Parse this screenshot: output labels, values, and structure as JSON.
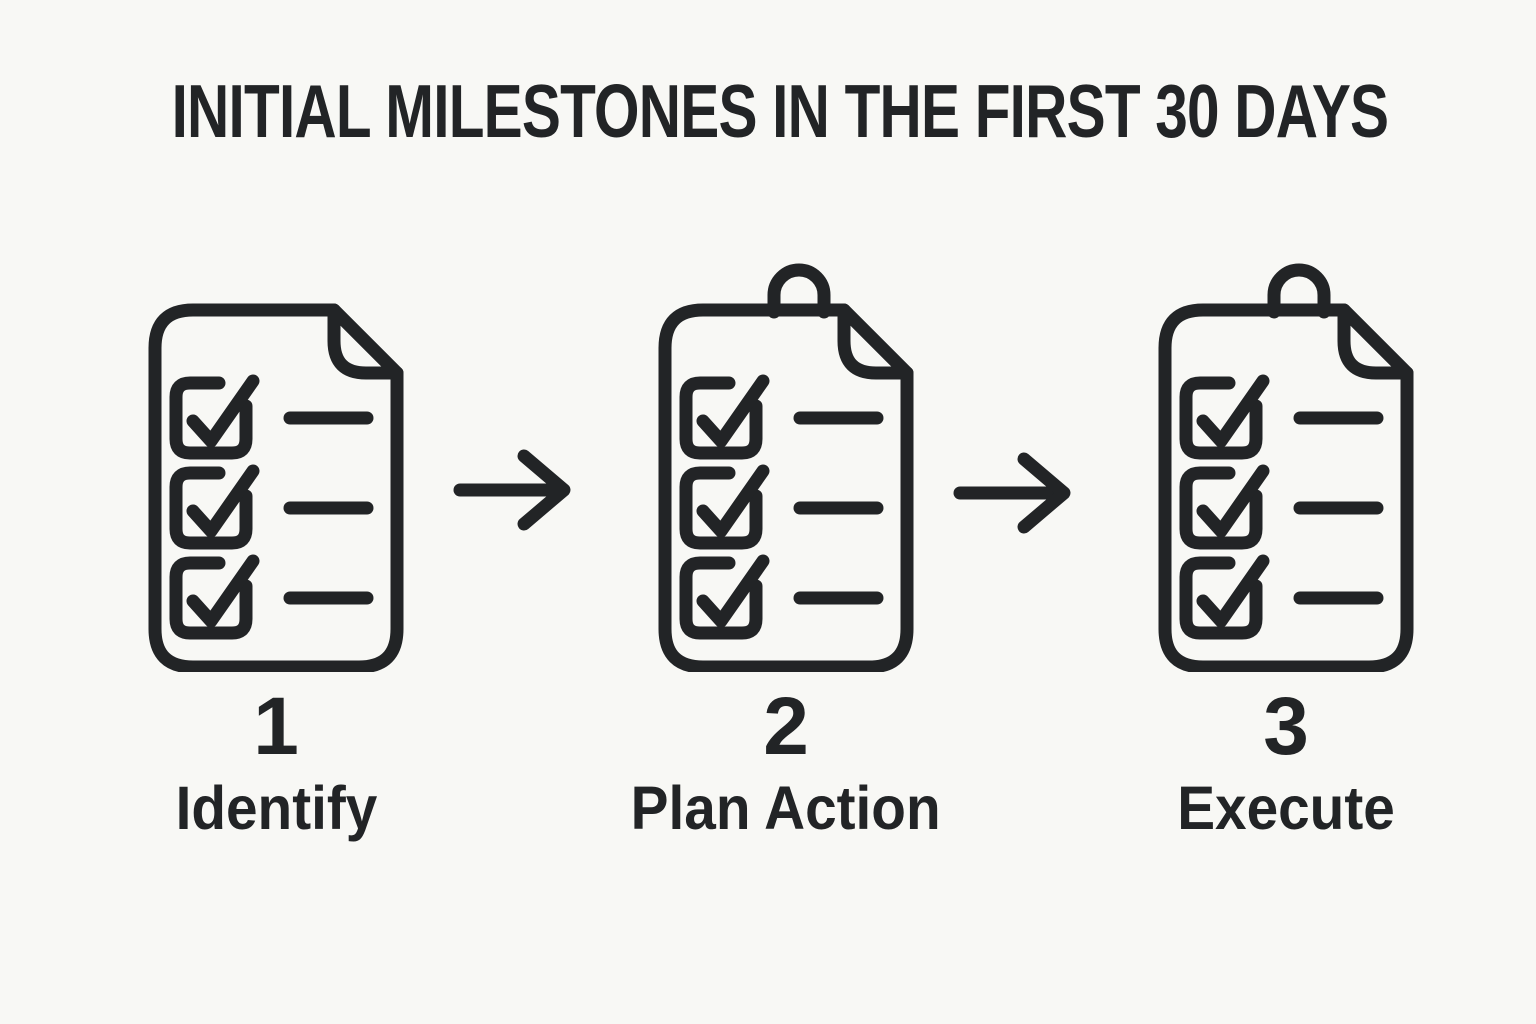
{
  "title": "INITIAL MILESTONES IN THE FIRST 30 DAYS",
  "colors": {
    "background": "#f8f8f5",
    "ink": "#222426"
  },
  "steps": [
    {
      "number": "1",
      "label": "Identify",
      "icon": "checklist-document-icon",
      "has_clip": false,
      "checked_items": 3
    },
    {
      "number": "2",
      "label": "Plan Action",
      "icon": "checklist-clipboard-icon",
      "has_clip": true,
      "checked_items": 3
    },
    {
      "number": "3",
      "label": "Execute",
      "icon": "checklist-clipboard-icon",
      "has_clip": true,
      "checked_items": 3
    }
  ],
  "arrows": [
    {
      "icon": "arrow-right-icon"
    },
    {
      "icon": "arrow-right-icon"
    }
  ]
}
